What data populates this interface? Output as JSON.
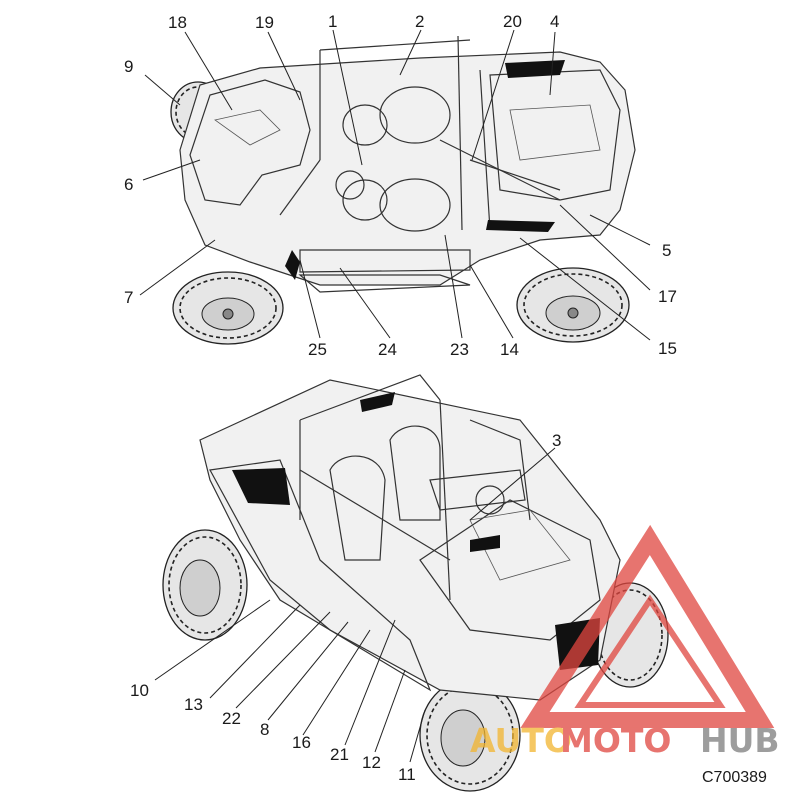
{
  "diagram": {
    "drawing_code": "C700389",
    "callouts_top": [
      "18",
      "19",
      "1",
      "2",
      "20",
      "4",
      "9",
      "6",
      "7",
      "5",
      "17",
      "15",
      "25",
      "24",
      "23",
      "14"
    ],
    "callouts_bottom": [
      "3",
      "10",
      "13",
      "22",
      "8",
      "16",
      "21",
      "12",
      "11"
    ]
  },
  "watermark": {
    "part_auto": "AUTO",
    "part_moto": "MOTO",
    "part_hub": "HUB",
    "colors": {
      "auto": "#f2b530",
      "moto": "#e0463f",
      "hub": "#7d7d7d",
      "triangle": "#e0463f"
    }
  }
}
